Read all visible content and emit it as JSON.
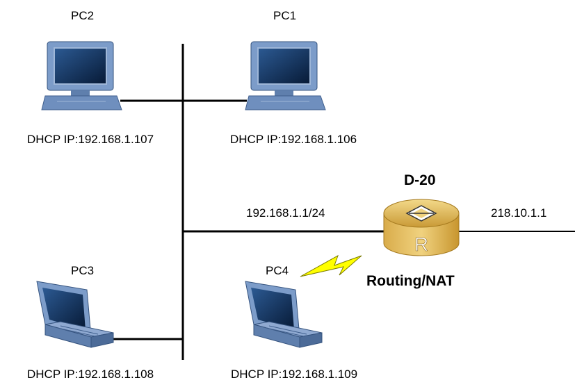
{
  "nodes": {
    "pc1": {
      "name": "PC1",
      "ip_text": "DHCP IP:192.168.1.106"
    },
    "pc2": {
      "name": "PC2",
      "ip_text": "DHCP IP:192.168.1.107"
    },
    "pc3": {
      "name": "PC3",
      "ip_text": "DHCP IP:192.168.1.108"
    },
    "pc4": {
      "name": "PC4",
      "ip_text": "DHCP IP:192.168.1.109"
    },
    "router": {
      "name": "D-20",
      "function": "Routing/NAT",
      "lan_ip": "192.168.1.1/24",
      "wan_ip": "218.10.1.1",
      "icon_letter": "R"
    }
  },
  "icons": {
    "desktop": "desktop-pc-icon",
    "laptop": "laptop-icon",
    "router": "router-icon",
    "wireless": "lightning-bolt-icon"
  },
  "colors": {
    "line": "#000000",
    "monitor_body": "#6e8fbe",
    "monitor_screen": "#0d2b55",
    "router_gold": "#e6c060",
    "bolt_fill": "#ffff00"
  }
}
